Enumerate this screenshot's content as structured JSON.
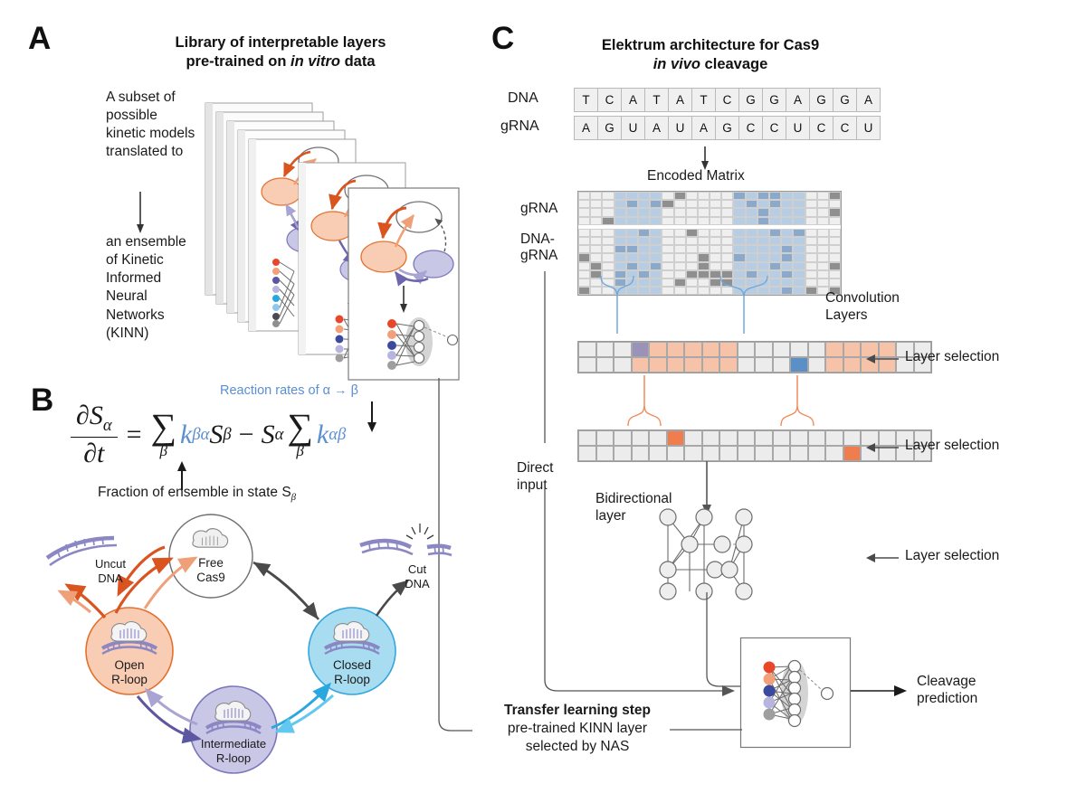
{
  "figure": {
    "panels": [
      {
        "letter": "A",
        "title_line1": "Library of interpretable layers",
        "title_line2_pre": "pre-trained on ",
        "title_line2_ital": "in vitro",
        "title_line2_post": " data"
      },
      {
        "letter": "B"
      },
      {
        "letter": "C",
        "title_line1": "Elektrum architecture for Cas9",
        "title_line2_ital": "in vivo",
        "title_line2_post": " cleavage"
      }
    ]
  },
  "panelA": {
    "letter": "A",
    "title_line1": "Library of interpretable layers",
    "title_line2_pre": "pre-trained on ",
    "title_line2_ital": "in vitro",
    "title_line2_post": " data",
    "caption_top": "A subset of\npossible\nkinetic models\ntranslated to",
    "caption_bottom": "an ensemble\nof Kinetic\nInformed\nNeural\nNetworks\n(KINN)",
    "card_count": 7
  },
  "panelB": {
    "letter": "B",
    "annotation_top": "Reaction rates of α → β",
    "annotation_bottom": "Fraction of ensemble in state S",
    "annotation_bottom_sub": "β",
    "equation": {
      "lhs_num": "∂S",
      "lhs_num_sub": "α",
      "lhs_den": "∂t",
      "eq": "=",
      "sum1": "∑",
      "sum1_sub": "β",
      "k1": "k",
      "k1_sub": "βα",
      "S1": "S",
      "S1_sub": "β",
      "minus": "−",
      "S2": "S",
      "S2_sub": "α",
      "sum2": "∑",
      "sum2_sub": "β",
      "k2": "k",
      "k2_sub": "αβ"
    },
    "states": [
      {
        "id": "free-cas9",
        "line1": "Free",
        "line2": "Cas9",
        "color": "#ffffff",
        "border": "#6f6f6f"
      },
      {
        "id": "open-rloop",
        "line1": "Open",
        "line2": "R-loop",
        "color": "#f9cdb4",
        "border": "#e2712f"
      },
      {
        "id": "closed-rloop",
        "line1": "Closed",
        "line2": "R-loop",
        "color": "#a8dcf0",
        "border": "#34a6dd"
      },
      {
        "id": "intermediate-rloop",
        "line1": "Intermediate",
        "line2": "R-loop",
        "color": "#c9c7e6",
        "border": "#7d76bb"
      }
    ],
    "dna_labels": [
      {
        "id": "uncut-dna",
        "line1": "Uncut",
        "line2": "DNA"
      },
      {
        "id": "cut-dna",
        "line1": "Cut",
        "line2": "DNA"
      }
    ]
  },
  "panelC": {
    "letter": "C",
    "title_line1": "Elektrum architecture for Cas9",
    "title_line2_ital": "in vivo",
    "title_line2_post": " cleavage",
    "sequences": [
      {
        "label": "DNA",
        "bases": [
          "T",
          "C",
          "A",
          "T",
          "A",
          "T",
          "C",
          "G",
          "G",
          "A",
          "G",
          "G",
          "A"
        ]
      },
      {
        "label": "gRNA",
        "bases": [
          "A",
          "G",
          "U",
          "A",
          "U",
          "A",
          "G",
          "C",
          "C",
          "U",
          "C",
          "C",
          "U"
        ]
      }
    ],
    "encoded_matrix_label": "Encoded Matrix",
    "matrix_row_labels": [
      {
        "id": "grna",
        "text": "gRNA"
      },
      {
        "id": "dna-grna",
        "line1": "DNA-",
        "line2": "gRNA"
      }
    ],
    "convolution_label_line1": "Convolution",
    "convolution_label_line2": "Layers",
    "layer_selection_label": "Layer selection",
    "layer_selection_count": 3,
    "bidirectional_label_line1": "Bidirectional",
    "bidirectional_label_line2": "layer",
    "direct_input_line1": "Direct",
    "direct_input_line2": "input",
    "transfer_label_line1": "Transfer learning step",
    "transfer_label_line2": "pre-trained KINN layer",
    "transfer_label_line3": "selected by NAS",
    "output_line1": "Cleavage",
    "output_line2": "prediction"
  },
  "colors": {
    "orange": "#e2712f",
    "orange_light": "#f4a97f",
    "orange_fill": "#f9cdb4",
    "blue": "#34a6dd",
    "blue_light": "#a8dcf0",
    "purple": "#7d76bb",
    "purple_light": "#c9c7e6",
    "gray_dark": "#555555",
    "annotation_blue": "#5b8fd0",
    "matrix_blue": "#b7cde4",
    "selection_orange": "#ef7d4e",
    "selection_blue": "#5c8fc6"
  },
  "kinn_nodes": {
    "input_colors": [
      "#e8472a",
      "#f3a07a",
      "#3b4a9e",
      "#b7b4e0",
      "#9e9e9e"
    ],
    "hidden_count": 6,
    "output_count": 1
  }
}
